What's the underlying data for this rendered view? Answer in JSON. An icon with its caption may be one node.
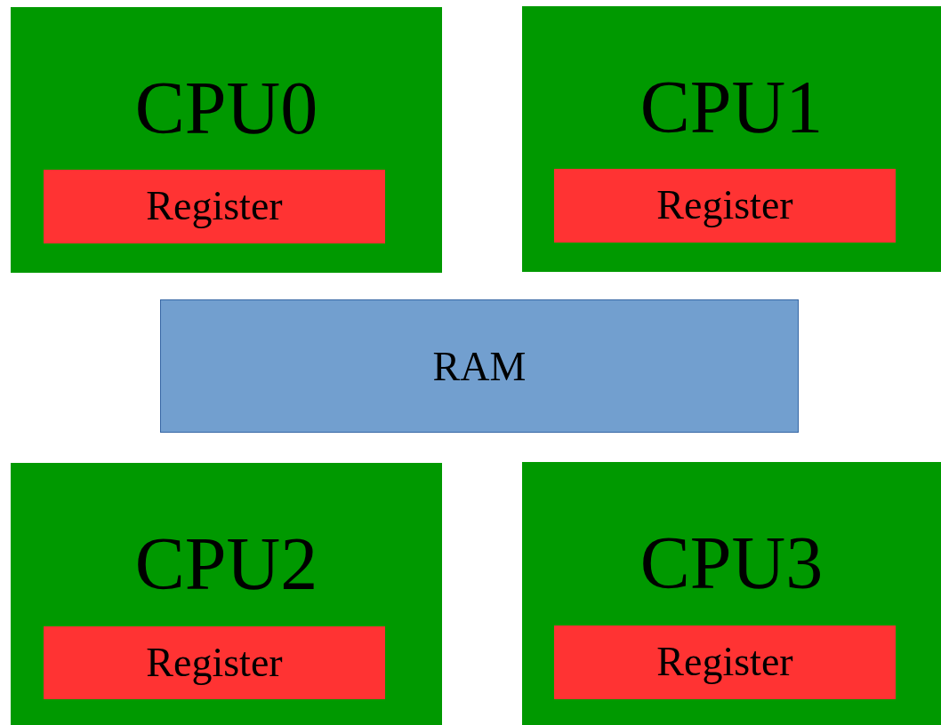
{
  "diagram": {
    "nodes": [
      {
        "text": [
          "CPU0"
        ]
      },
      {
        "text": [
          "Register"
        ],
        "in": 0
      },
      {
        "text": [
          "CPU1"
        ]
      },
      {
        "text": [
          "Register"
        ],
        "in": 2
      },
      {
        "text": [
          "RAM"
        ]
      },
      {
        "text": [
          "CPU2"
        ]
      },
      {
        "text": [
          "Register"
        ],
        "in": 5
      },
      {
        "text": [
          "CPU3"
        ]
      },
      {
        "text": [
          "Register"
        ],
        "in": 7
      }
    ],
    "edges": []
  }
}
